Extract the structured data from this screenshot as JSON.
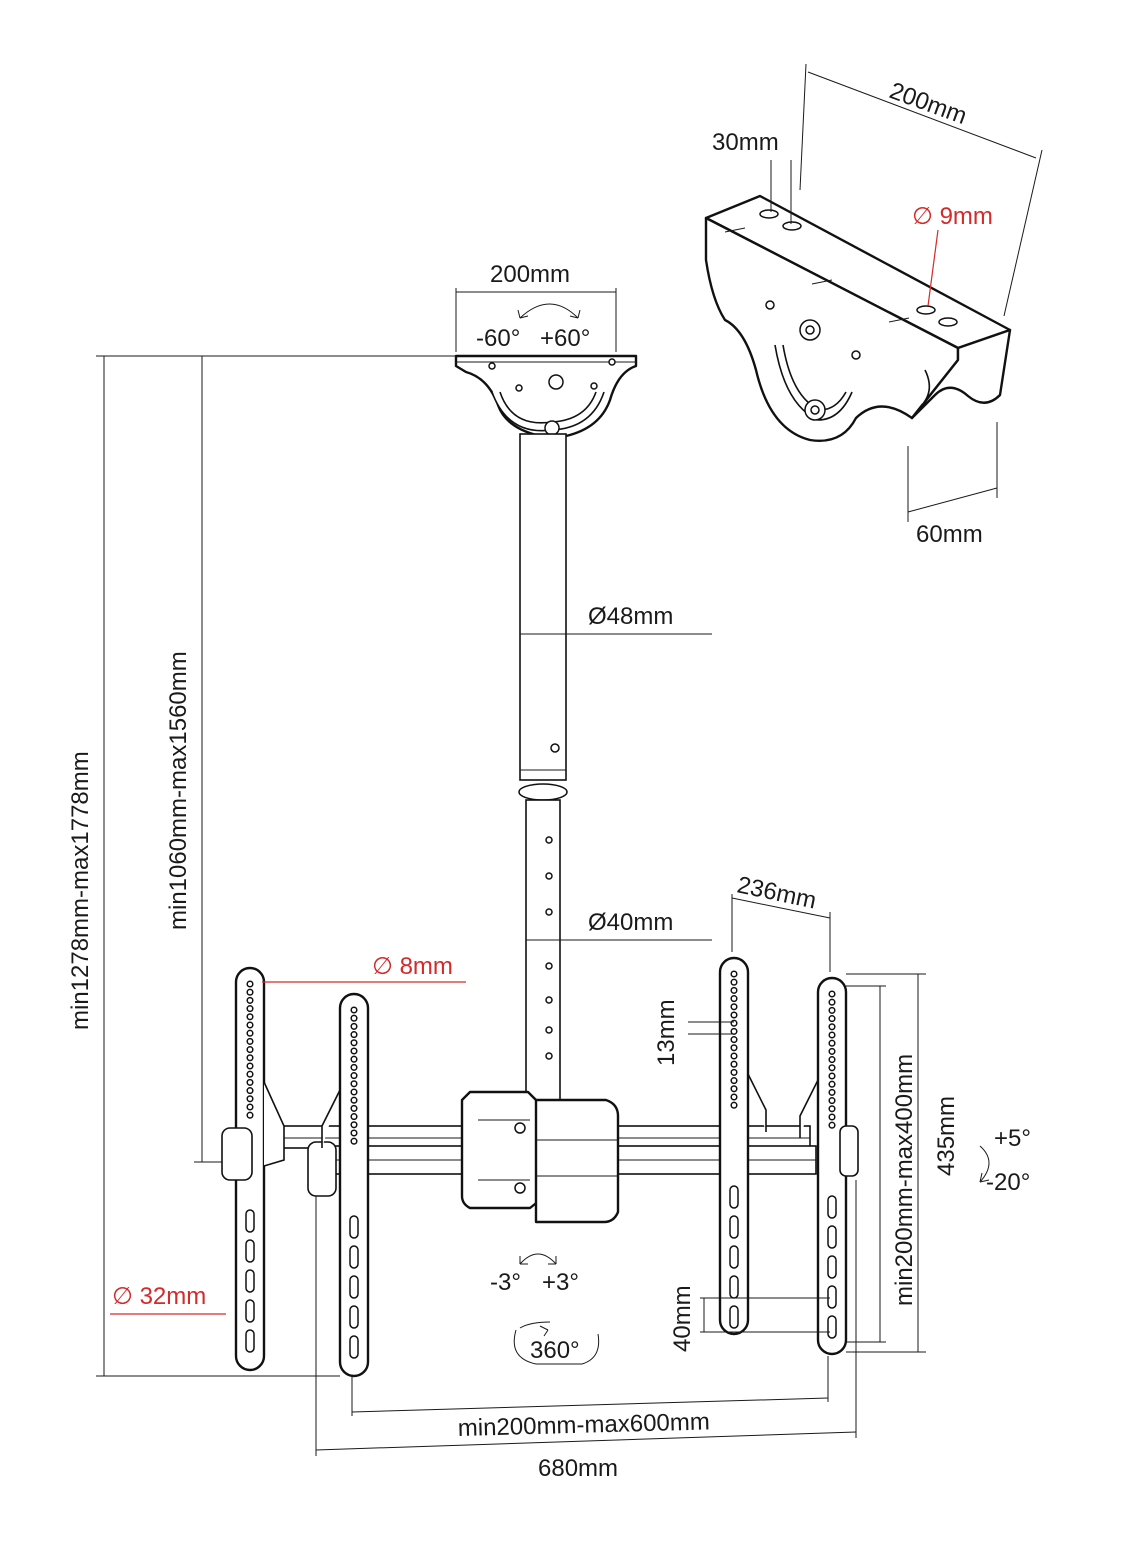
{
  "labels": {
    "bracket_width": "200mm",
    "swivel_left": "-60°",
    "swivel_right": "+60°",
    "detail_width": "200mm",
    "detail_slot": "30mm",
    "detail_hole": "∅ 9mm",
    "detail_depth": "60mm",
    "pole_upper": "Ø48mm",
    "pole_lower": "Ø40mm",
    "total_height": "min1278mm-max1778mm",
    "pole_height": "min1060mm-max1560mm",
    "arm_hole": "∅ 8mm",
    "crossbar_dia": "∅ 32mm",
    "arm_spacing": "236mm",
    "hole_pitch": "13mm",
    "slot_pitch": "40mm",
    "vesa_height": "min200mm-max400mm",
    "arm_length": "435mm",
    "tilt_up": "+5°",
    "tilt_down": "-20°",
    "level_left": "-3°",
    "level_right": "+3°",
    "rotation": "360°",
    "vesa_width": "min200mm-max600mm",
    "total_width": "680mm"
  },
  "colors": {
    "line": "#1a1a1a",
    "accent_red": "#d42a2a",
    "fill": "#ffffff"
  }
}
